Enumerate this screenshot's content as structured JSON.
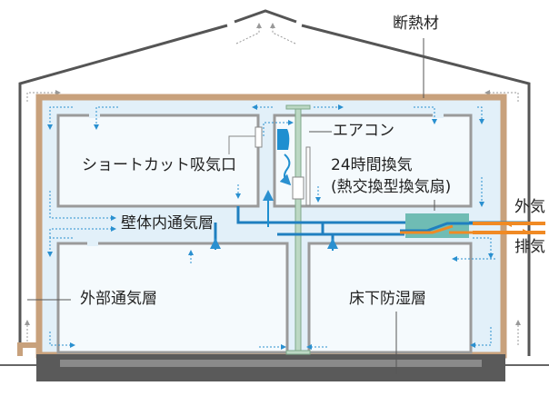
{
  "labels": {
    "insulation": "断熱材",
    "air_conditioner": "エアコン",
    "ventilation_line1": "24時間換気",
    "ventilation_line2": "(熱交換型換気扇)",
    "outside_air": "外気",
    "exhaust_air": "排気",
    "shortcut_inlet": "ショートカット吸気口",
    "wall_air_layer": "壁体内通気層",
    "external_air_layer": "外部通気層",
    "underfloor_moisture_layer": "床下防湿層"
  },
  "colors": {
    "insulation": "#c8a17c",
    "inner_air": "#e2f0f9",
    "room": "#f5fafd",
    "wall": "#9a9a9a",
    "duct": "#1f7fc0",
    "exhaust_duct": "#f08a24",
    "exchanger": "#6fbcb4",
    "foundation": "#555555"
  }
}
